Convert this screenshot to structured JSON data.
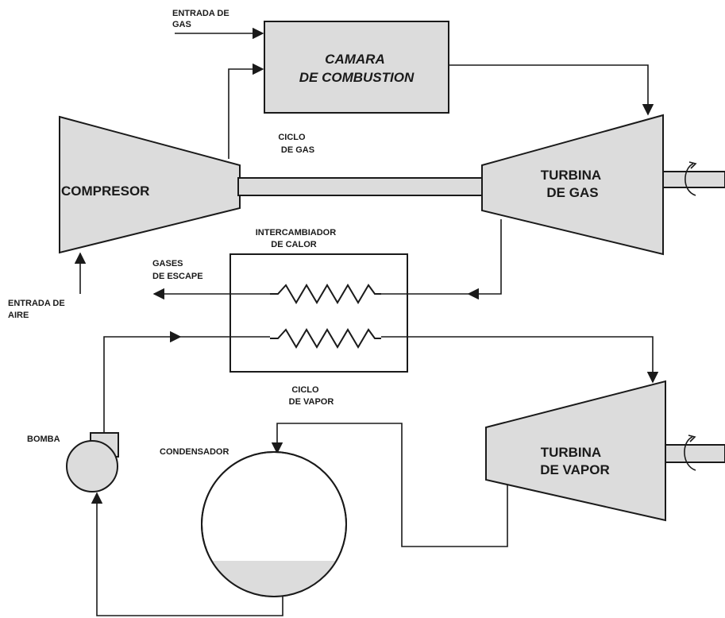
{
  "labels": {
    "entrada_gas": [
      "ENTRADA DE",
      "GAS"
    ],
    "camara": [
      "CAMARA",
      "DE COMBUSTION"
    ],
    "ciclo_gas": [
      "CICLO",
      "DE GAS"
    ],
    "compresor": "COMPRESOR",
    "turbina_gas": [
      "TURBINA",
      "DE GAS"
    ],
    "intercambiador": [
      "INTERCAMBIADOR",
      "DE CALOR"
    ],
    "gases_escape": [
      "GASES",
      "DE ESCAPE"
    ],
    "entrada_aire": [
      "ENTRADA DE",
      "AIRE"
    ],
    "ciclo_vapor": [
      "CICLO",
      "DE VAPOR"
    ],
    "bomba": "BOMBA",
    "condensador": "CONDENSADOR",
    "turbina_vapor": [
      "TURBINA",
      "DE VAPOR"
    ]
  },
  "colors": {
    "fill": "#dcdcdc",
    "stroke": "#1a1a1a",
    "background": "#ffffff"
  }
}
